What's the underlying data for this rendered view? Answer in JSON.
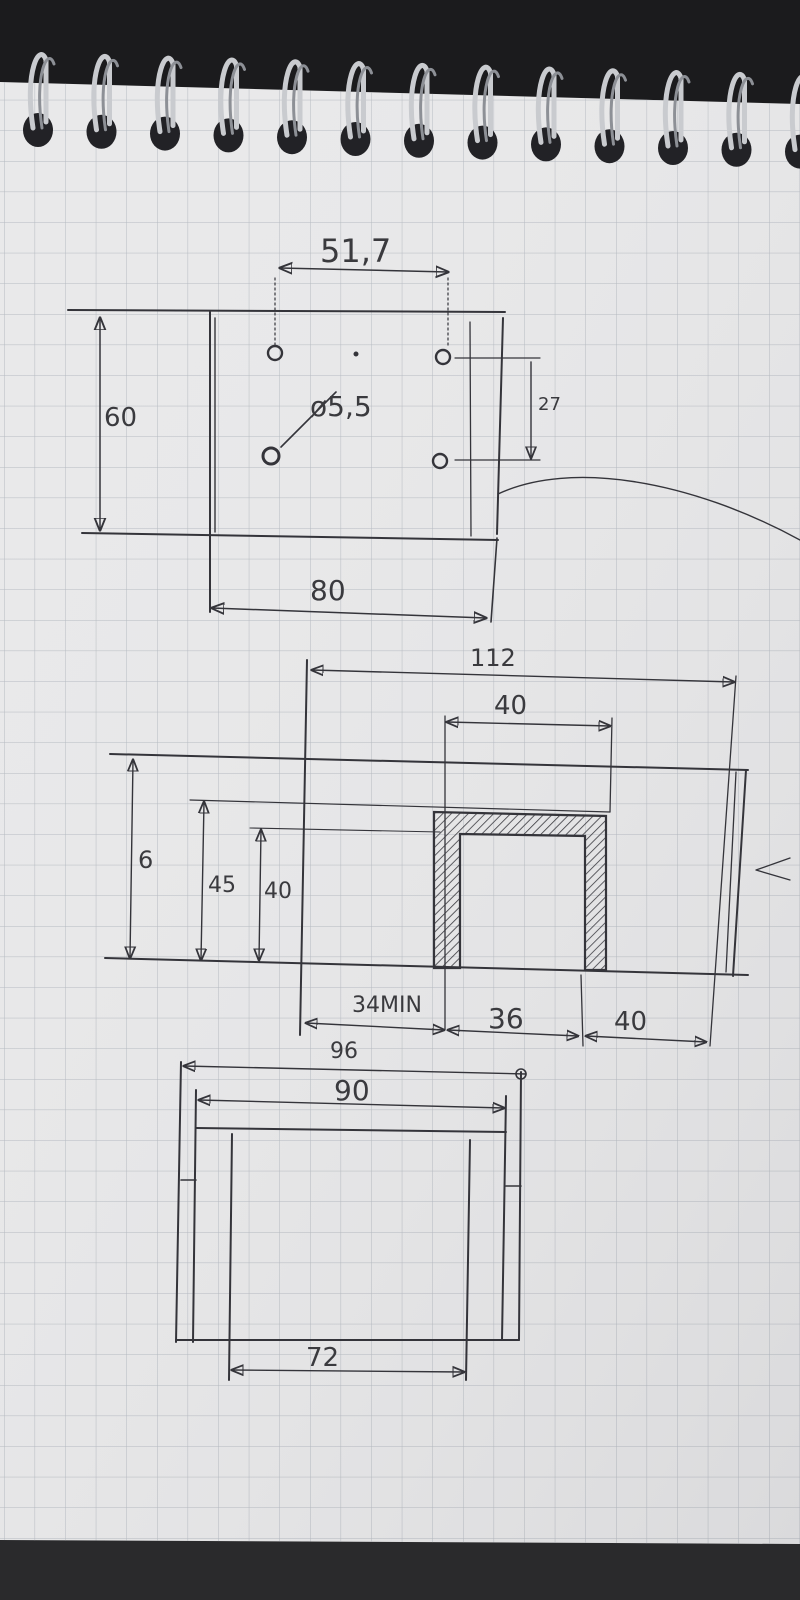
{
  "sketch": {
    "top_view": {
      "hole_spacing": "51,7",
      "height": "60",
      "hole_diameter": "ø5,5",
      "hole_offset": "27",
      "width": "80"
    },
    "front_view": {
      "overall_width": "112",
      "slot_width": "40",
      "height_total": "6",
      "height_mid": "45",
      "height_inner": "40",
      "left_clearance": "34MIN",
      "slot_inner_width": "36",
      "right_margin": "40"
    },
    "bottom_view": {
      "outer_width": "96",
      "inner_width": "90",
      "base_width": "72"
    }
  },
  "colors": {
    "paper": "#e9e9ea",
    "grid": "#b4b9c0",
    "ink": "#34343a",
    "background": "#1b1b1d"
  }
}
